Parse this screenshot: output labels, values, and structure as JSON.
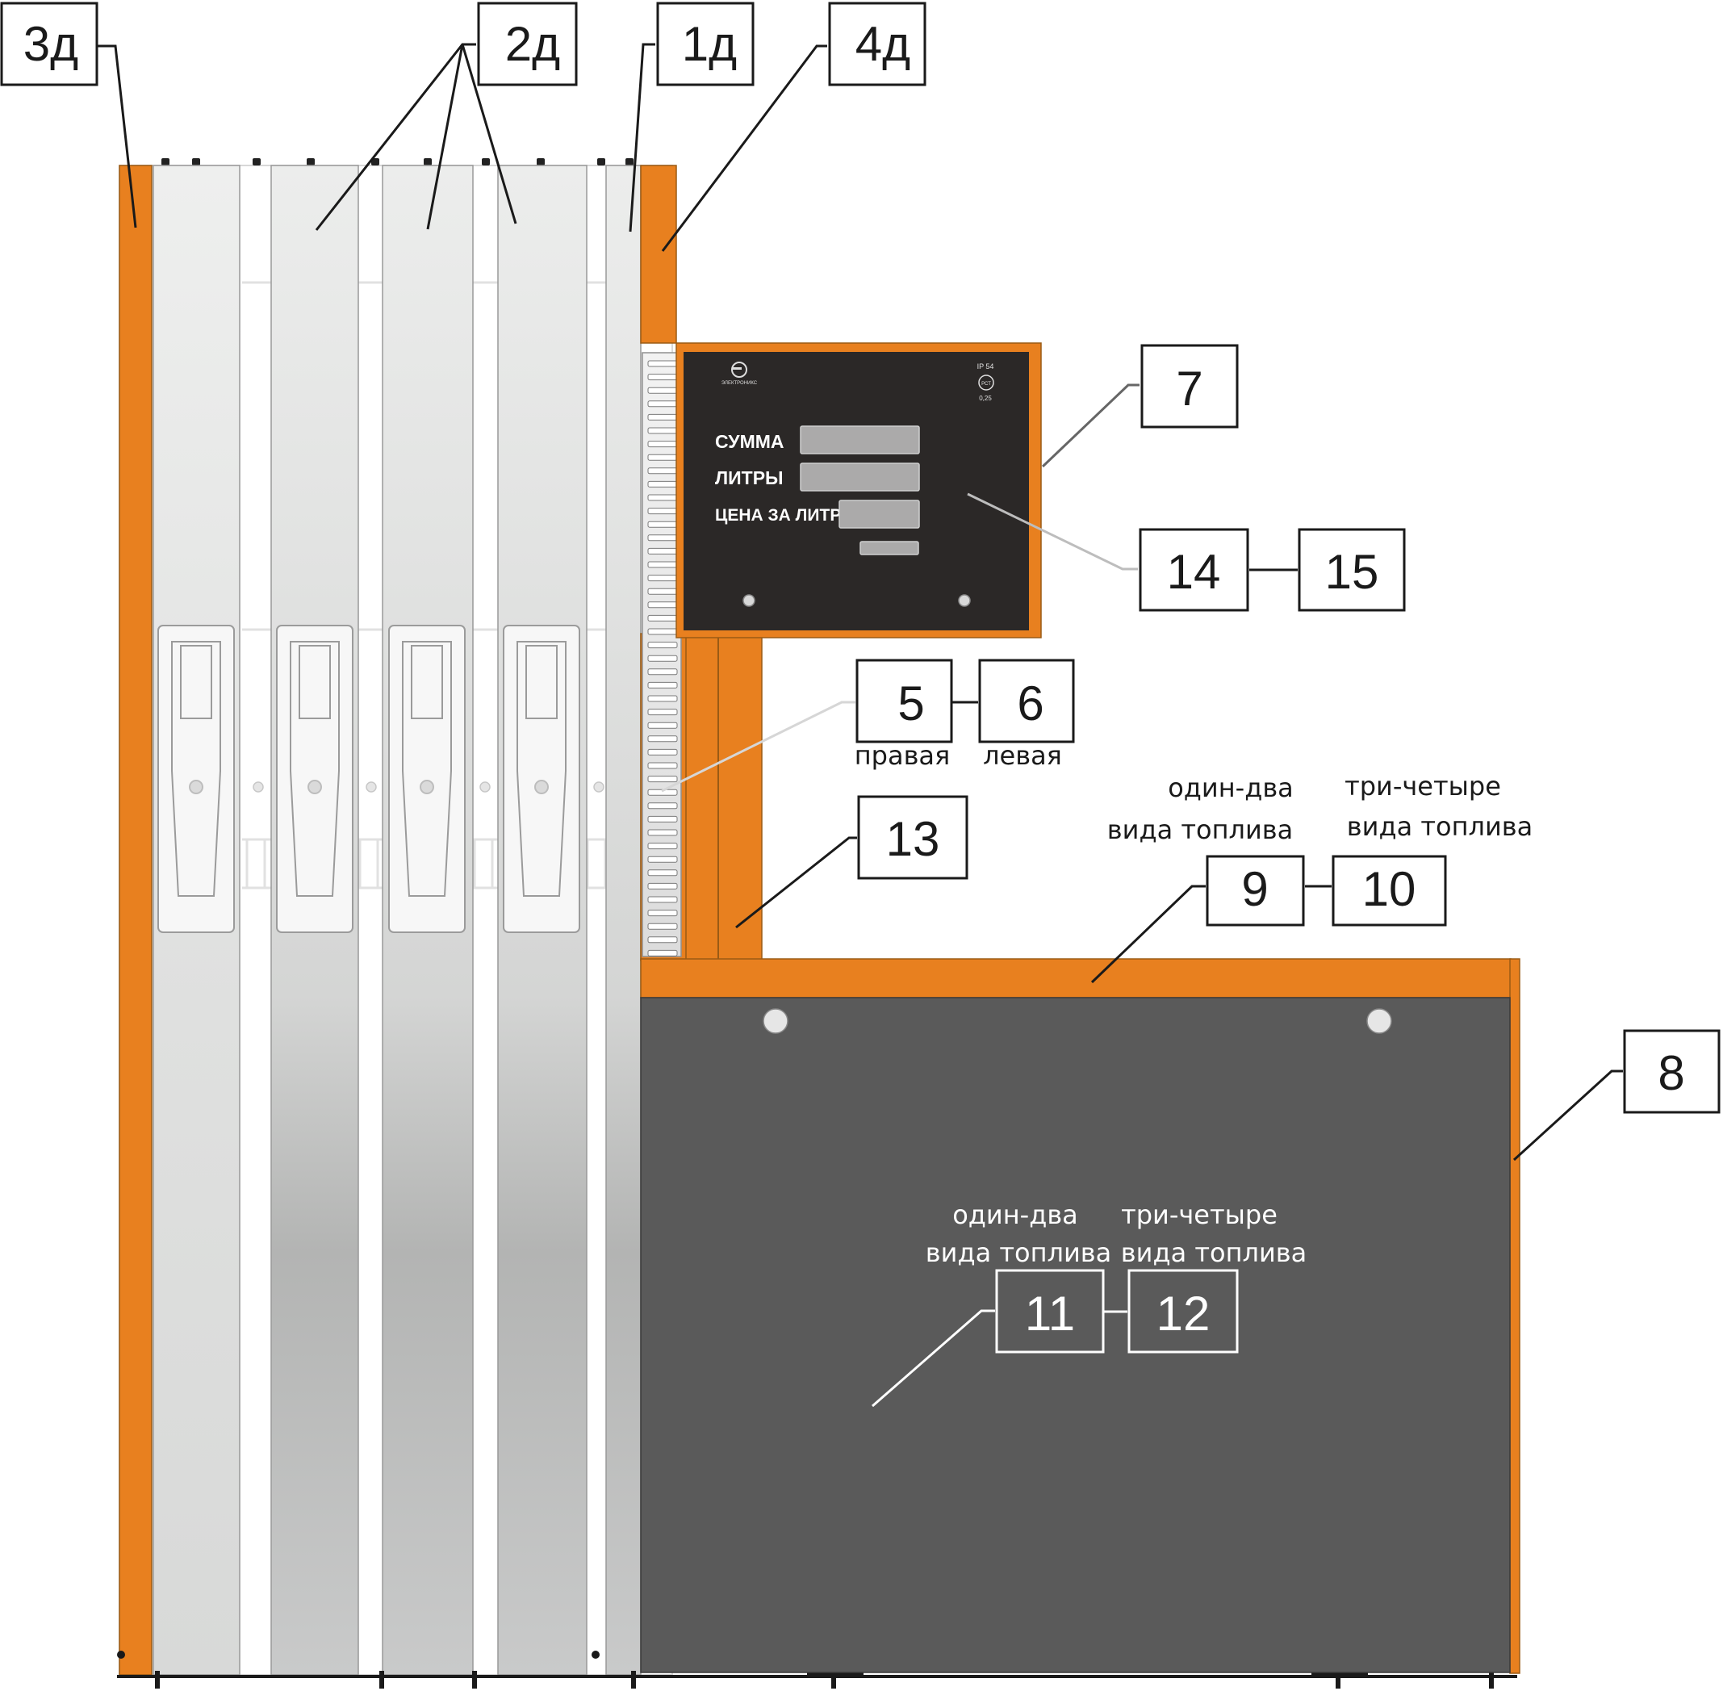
{
  "colors": {
    "frame_orange": "#E8801F",
    "housing_dark": "#5A5A5A",
    "display_dark": "#2B2827",
    "door_light": "#E4E6E5",
    "door_mid": "#C9CACA",
    "window_grey": "#ABAAAA",
    "line_black": "#1A1A1A"
  },
  "callouts": {
    "c3d": "3д",
    "c2d": "2д",
    "c1d": "1д",
    "c4d": "4д",
    "c7": "7",
    "c14": "14",
    "c15": "15",
    "c5": "5",
    "c6": "6",
    "c13": "13",
    "c9": "9",
    "c10": "10",
    "c8": "8",
    "c11": "11",
    "c12": "12"
  },
  "captions": {
    "c5_sub": "правая",
    "c6_sub": "левая",
    "c9_line1": "один-два",
    "c9_line2": "вида топлива",
    "c10_line1": "три-четыре",
    "c10_line2": "вида топлива",
    "c11_line1": "один-два",
    "c11_line2": "вида топлива",
    "c12_line1": "три-четыре",
    "c12_line2": "вида топлива"
  },
  "display_panel": {
    "label_sum": "СУММА",
    "label_liters": "ЛИТРЫ",
    "label_price": "ЦЕНА ЗА ЛИТР",
    "ip_rating": "IP 54",
    "accuracy": "0,25",
    "brand": "ЭЛЕКТРОНИКС",
    "cert_mark": "РСТ"
  }
}
